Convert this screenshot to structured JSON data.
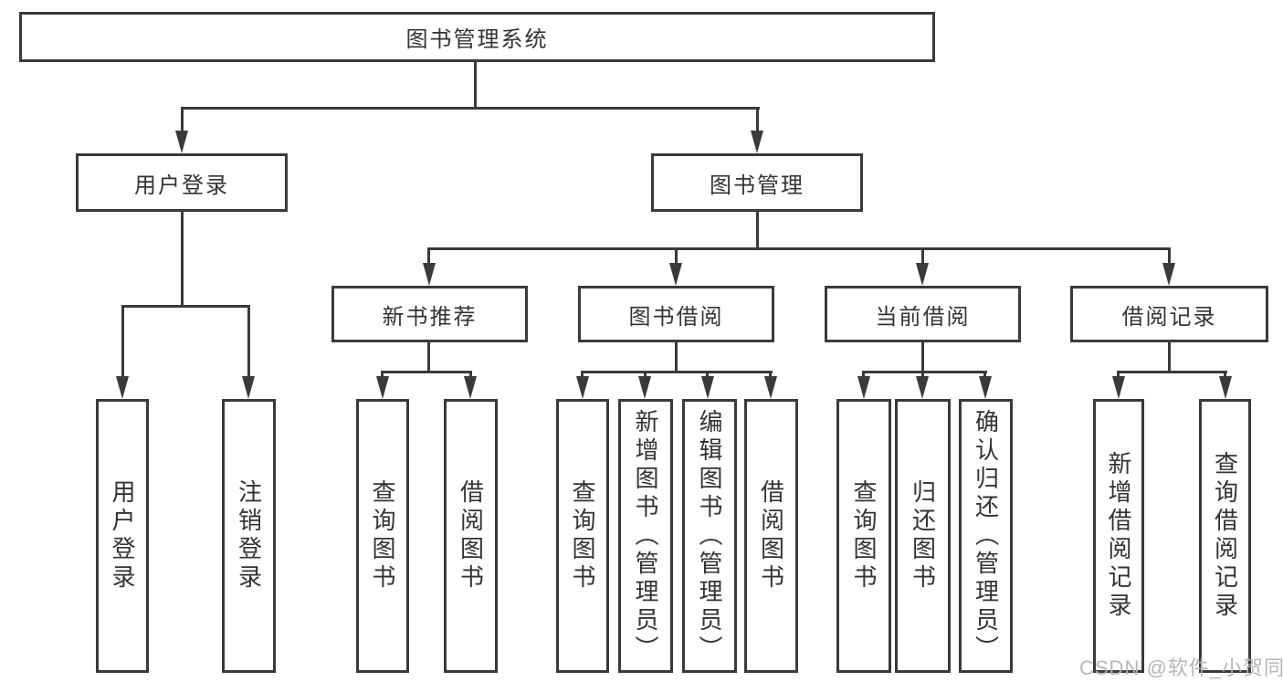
{
  "diagram": {
    "title": "图书管理系统",
    "watermark": "CSDN @软件_小贺同学",
    "colors": {
      "line": "#3a3a3a",
      "text": "#333333",
      "watermark": "#b3b3b3",
      "background": "#ffffff"
    },
    "tree": {
      "root": "图书管理系统",
      "branches": [
        {
          "label": "用户登录",
          "children": [
            "用户登录",
            "注销登录"
          ]
        },
        {
          "label": "图书管理",
          "children": [
            {
              "label": "新书推荐",
              "children": [
                "查询图书",
                "借阅图书"
              ]
            },
            {
              "label": "图书借阅",
              "children": [
                "查询图书",
                "新增图书（管理员）",
                "编辑图书（管理员）",
                "借阅图书"
              ]
            },
            {
              "label": "当前借阅",
              "children": [
                "查询图书",
                "归还图书",
                "确认归还（管理员）"
              ]
            },
            {
              "label": "借阅记录",
              "children": [
                "新增借阅记录",
                "查询借阅记录"
              ]
            }
          ]
        }
      ]
    }
  }
}
